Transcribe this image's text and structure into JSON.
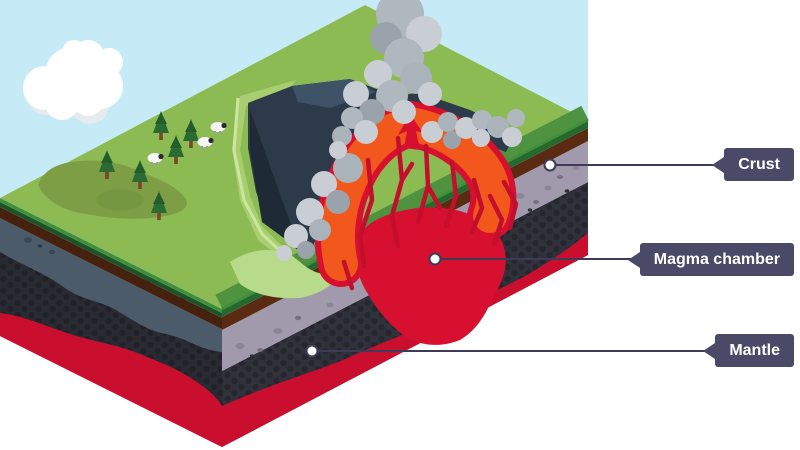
{
  "diagram": {
    "labels": {
      "crust": "Crust",
      "magma_chamber": "Magma chamber",
      "mantle": "Mantle"
    },
    "colors": {
      "background": "#ffffff",
      "sky": "#c6ebf7",
      "cloud": "#ffffff",
      "grass": "#8dbb53",
      "grass_patch": "#7d9e45",
      "tree": "#2c6a33",
      "soil_brown": "#5a2a12",
      "crust_grey": "#a09aac",
      "mantle_dark": "#31313b",
      "magma_red": "#d8102f",
      "lava_orange": "#f2571c",
      "smoke_grey": "#b0b8bf",
      "crater_dark": "#2c3a49",
      "label_background": "#4a4a68",
      "label_text": "#ffffff",
      "leader_line": "#3c3c58"
    },
    "scene_elements": [
      "sky",
      "clouds",
      "grass-surface",
      "pine-trees",
      "sheep",
      "crater",
      "ash-plume",
      "lava-conduit",
      "lava-veins",
      "magma-chamber",
      "crust-layer",
      "mantle-layer"
    ]
  }
}
